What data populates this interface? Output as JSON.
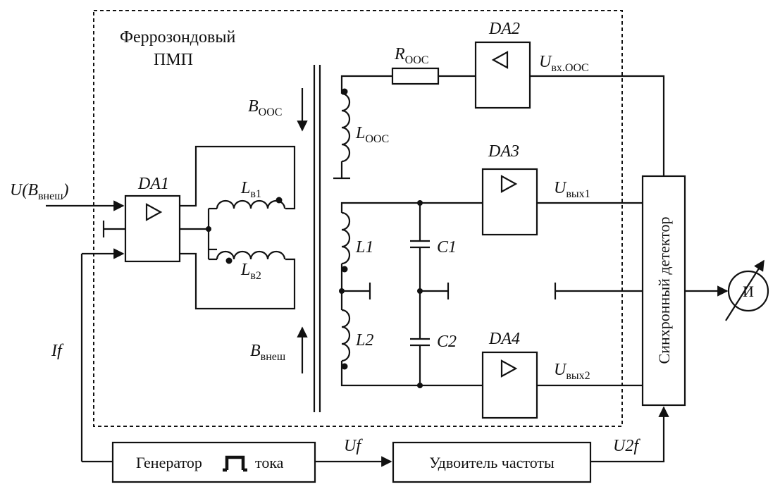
{
  "probe_label": {
    "line1": "Феррозондовый",
    "line2": "ПМП"
  },
  "amplifiers": {
    "da1": "DA1",
    "da2": "DA2",
    "da3": "DA3",
    "da4": "DA4"
  },
  "inductors": {
    "lv1_main": "L",
    "lv1_sub": "в1",
    "lv2_main": "L",
    "lv2_sub": "в2",
    "looc_main": "L",
    "looc_sub": "OOC",
    "l1": "L1",
    "l2": "L2"
  },
  "capacitors": {
    "c1": "C1",
    "c2": "C2"
  },
  "resistor": {
    "main": "R",
    "sub": "OOC"
  },
  "fields": {
    "booc_main": "B",
    "booc_sub": "OOC",
    "bvnesh_main": "B",
    "bvnesh_sub": "внеш"
  },
  "signals": {
    "input": {
      "pre": "U(B",
      "sub": "внеш",
      "post": ")"
    },
    "uvx_main": "U",
    "uvx_sub": "вх.OOC",
    "uvyx1_main": "U",
    "uvyx1_sub": "вых1",
    "uvyx2_main": "U",
    "uvyx2_sub": "вых2",
    "if": "If",
    "uf": "Uf",
    "u2f": "U2f"
  },
  "blocks": {
    "generator_left": "Генератор",
    "generator_right": "тока",
    "doubler": "Удвоитель частоты",
    "sync_detector": "Синхронный детектор",
    "meter": "И"
  }
}
